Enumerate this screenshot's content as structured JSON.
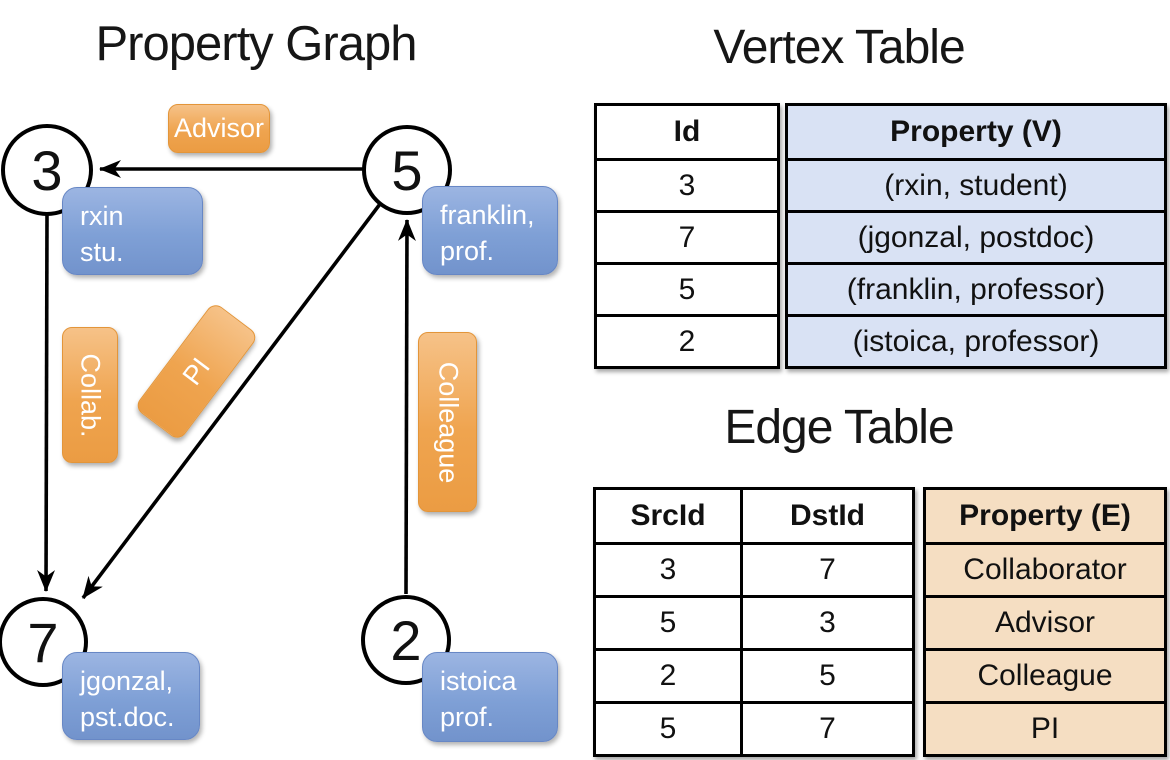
{
  "graph": {
    "title": "Property Graph",
    "nodes": [
      {
        "id": "3",
        "property": "rxin\nstu."
      },
      {
        "id": "5",
        "property": "franklin,\nprof."
      },
      {
        "id": "7",
        "property": "jgonzal,\npst.doc."
      },
      {
        "id": "2",
        "property": "istoica\nprof."
      }
    ],
    "edge_labels": {
      "advisor": "Advisor",
      "collab": "Collab.",
      "pi": "PI",
      "colleague": "Colleague"
    }
  },
  "vertex_table": {
    "title": "Vertex Table",
    "columns": [
      "Id",
      "Property (V)"
    ],
    "rows": [
      {
        "id": "3",
        "property": "(rxin, student)"
      },
      {
        "id": "7",
        "property": "(jgonzal, postdoc)"
      },
      {
        "id": "5",
        "property": "(franklin, professor)"
      },
      {
        "id": "2",
        "property": "(istoica, professor)"
      }
    ]
  },
  "edge_table": {
    "title": "Edge Table",
    "columns": [
      "SrcId",
      "DstId",
      "Property (E)"
    ],
    "rows": [
      {
        "src": "3",
        "dst": "7",
        "property": "Collaborator"
      },
      {
        "src": "5",
        "dst": "3",
        "property": "Advisor"
      },
      {
        "src": "2",
        "dst": "5",
        "property": "Colleague"
      },
      {
        "src": "5",
        "dst": "7",
        "property": "PI"
      }
    ]
  },
  "colors": {
    "node_box_blue": "#7fa0d6",
    "edge_label_orange": "#efa44f",
    "vertex_property_fill": "#d9e2f4",
    "edge_property_fill": "#f5dec2",
    "line_black": "#000000"
  }
}
